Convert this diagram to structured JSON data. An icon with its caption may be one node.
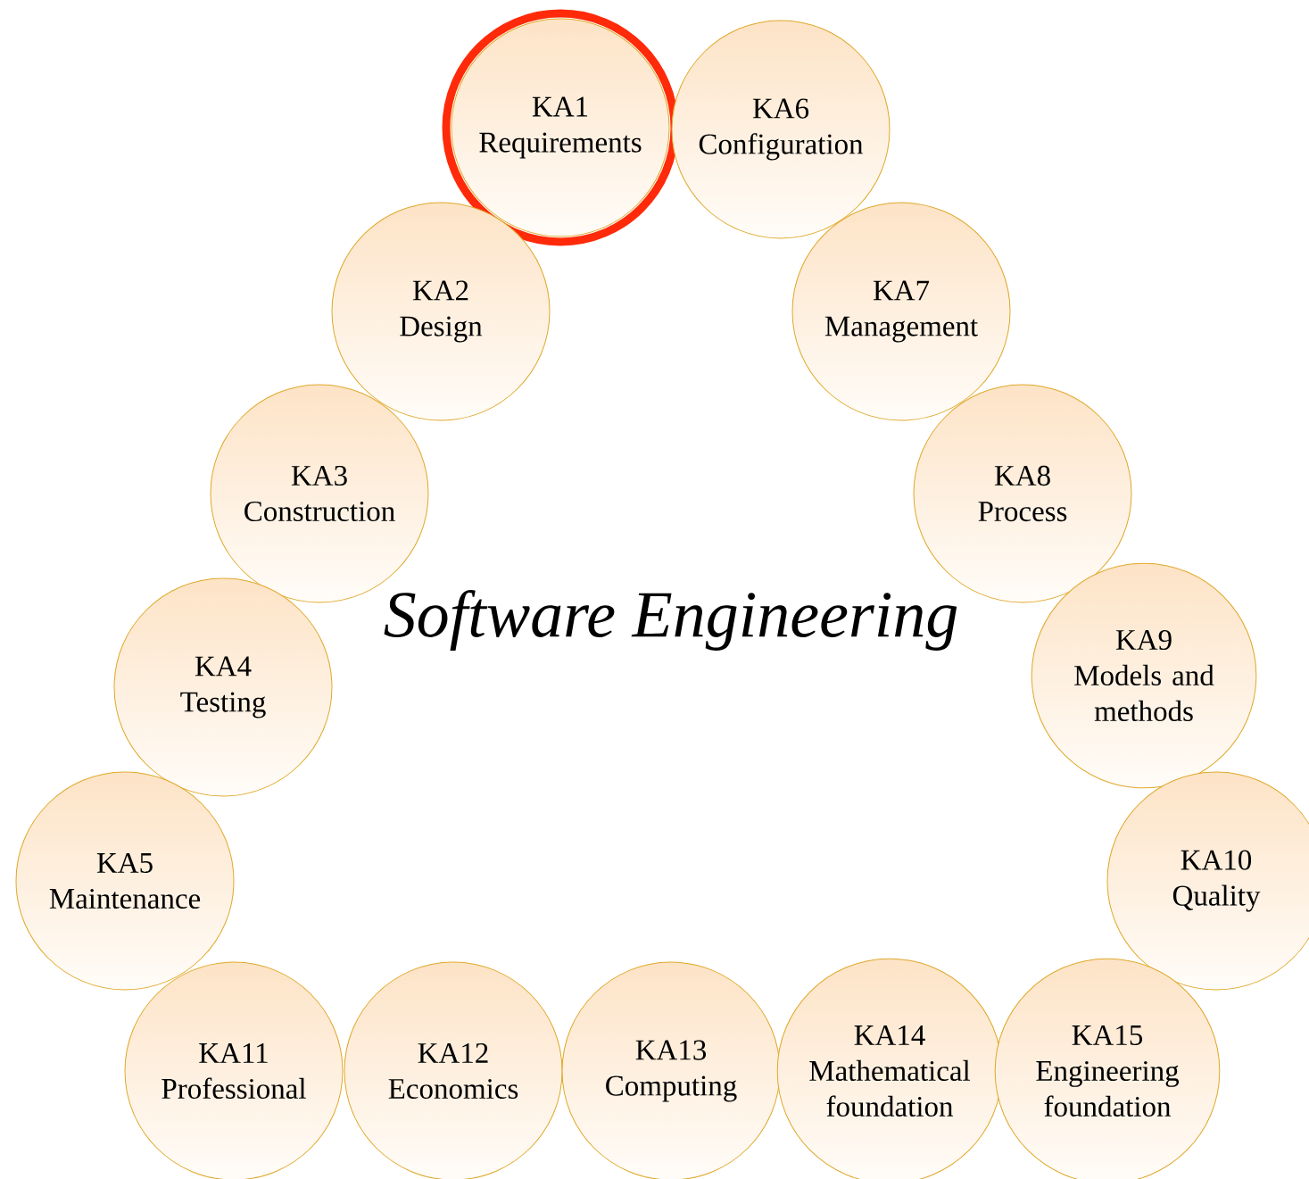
{
  "diagram": {
    "title": "Software Engineering",
    "nodes": [
      {
        "text": [
          "KA1",
          "Requirements"
        ]
      },
      {
        "text": [
          "KA2",
          "Design"
        ]
      },
      {
        "text": [
          "KA3",
          "Construction"
        ]
      },
      {
        "text": [
          "KA4",
          "Testing"
        ]
      },
      {
        "text": [
          "KA5",
          "Maintenance"
        ]
      },
      {
        "text": [
          "KA6",
          "Configuration"
        ]
      },
      {
        "text": [
          "KA7",
          "Management"
        ]
      },
      {
        "text": [
          "KA8",
          "Process"
        ]
      },
      {
        "text": [
          "KA9",
          "Models and methods"
        ]
      },
      {
        "text": [
          "KA10",
          "Quality"
        ]
      },
      {
        "text": [
          "KA11",
          "Professional"
        ]
      },
      {
        "text": [
          "KA12",
          "Economics"
        ]
      },
      {
        "text": [
          "KA13",
          "Computing"
        ]
      },
      {
        "text": [
          "KA14",
          "Mathematical foundation"
        ]
      },
      {
        "text": [
          "KA15",
          "Engineering foundation"
        ]
      }
    ]
  }
}
